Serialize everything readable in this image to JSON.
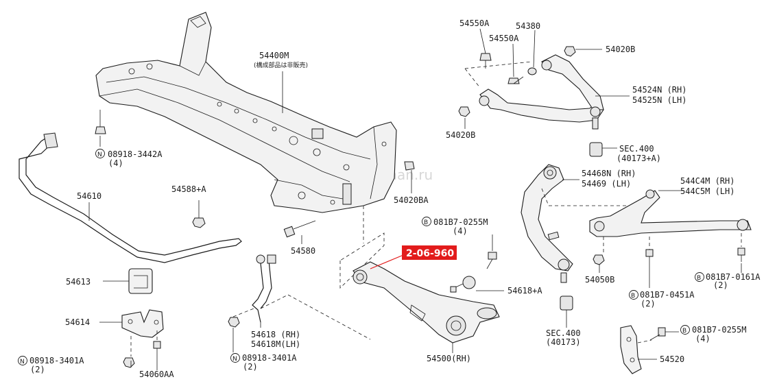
{
  "watermark": "www.epcdriverthan.ru",
  "callout": {
    "code": "2-06-960",
    "color": "#e21b1b"
  },
  "labels": {
    "p54400m": "54400M",
    "p54400m_note": "(構成部品は非販売)",
    "p54550a_1": "54550A",
    "p54550a_2": "54550A",
    "p54380": "54380",
    "p54020b_1": "54020B",
    "p54524n": "54524N (RH)",
    "p54525n": "54525N (LH)",
    "p54020b_2": "54020B",
    "sec400a": "SEC.400",
    "sec400a_sub": "(40173+A)",
    "n08918_3442a": "08918-3442A",
    "n08918_3442a_qty": "(4)",
    "p54610": "54610",
    "p54588a": "54588+A",
    "p54020ba": "54020BA",
    "p54468n": "54468N (RH)",
    "p54469": "54469 (LH)",
    "p544c4m": "544C4M (RH)",
    "p544c5m": "544C5M (LH)",
    "b081b7_0255m_1": "081B7-0255M",
    "b081b7_0255m_1_qty": "(4)",
    "p54580": "54580",
    "p54613": "54613",
    "p54618a": "54618+A",
    "p54050b": "54050B",
    "b081b7_0161a": "081B7-0161A",
    "b081b7_0161a_qty": "(2)",
    "b081b7_0451a": "081B7-0451A",
    "b081b7_0451a_qty": "(2)",
    "p54614": "54614",
    "p54618_rh": "54618 (RH)",
    "p54618m_lh": "54618M(LH)",
    "sec400b": "SEC.400",
    "sec400b_sub": "(40173)",
    "b081b7_0255m_2": "081B7-0255M",
    "b081b7_0255m_2_qty": "(4)",
    "n08918_3401a_1": "08918-3401A",
    "n08918_3401a_1_qty": "(2)",
    "n08918_3401a_2": "08918-3401A",
    "n08918_3401a_2_qty": "(2)",
    "p54060aa": "54060AA",
    "p54500": "54500(RH)",
    "p54520": "54520"
  },
  "markers": {
    "nut": "N",
    "bolt": "B"
  }
}
